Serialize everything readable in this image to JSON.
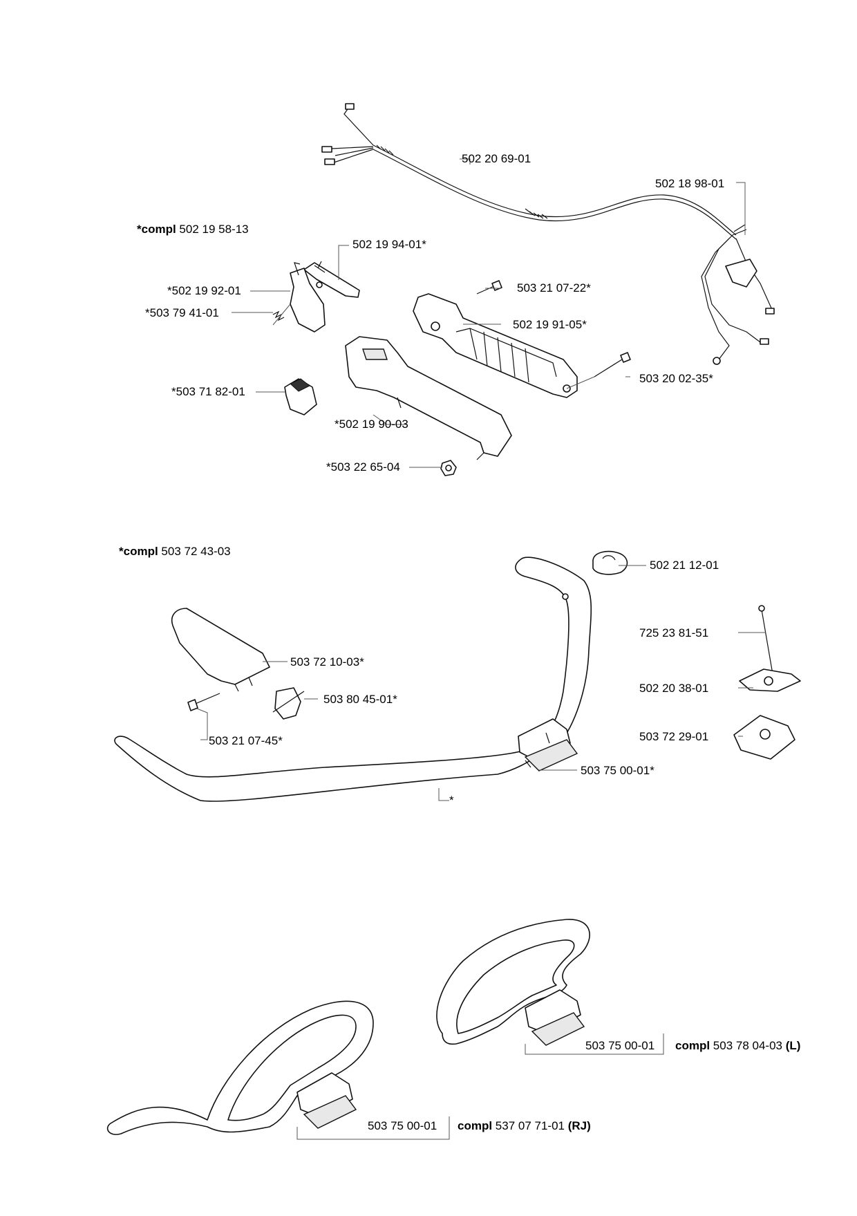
{
  "group1": {
    "compl_prefix": "*compl",
    "compl_number": "502 19 58-13",
    "labels": {
      "cable": "502 20 69-01",
      "wire_harness": "502 18 98-01",
      "throttle_trigger": "502 19 94-01*",
      "lockout": "*502 19 92-01",
      "spring": "*503 79 41-01",
      "screw_top": "503 21 07-22*",
      "handle_right": "502 19 91-05*",
      "screw_long": "503 20 02-35*",
      "stop_switch": "*503 71 82-01",
      "handle_left": "*502 19 90-03",
      "nut": "*503 22 65-04"
    }
  },
  "group2": {
    "compl_prefix": "*compl",
    "compl_number": "503 72 43-03",
    "labels": {
      "clip": "502 21 12-01",
      "bolt": "725 23 81-51",
      "knob": "502 20 38-01",
      "plate": "503 72 29-01",
      "grip": "503 72 10-03*",
      "sleeve": "503 80 45-01*",
      "screw": "503 21 07-45*",
      "clamp": "503 75 00-01*",
      "handlebar_star": "*"
    }
  },
  "group3": {
    "clamp_label": "503 75 00-01",
    "compl_prefix": "compl",
    "compl_number": "503 78 04-03",
    "compl_suffix": "(L)"
  },
  "group4": {
    "clamp_label": "503 75 00-01",
    "compl_prefix": "compl",
    "compl_number": "537 07 71-01",
    "compl_suffix": "(RJ)"
  }
}
